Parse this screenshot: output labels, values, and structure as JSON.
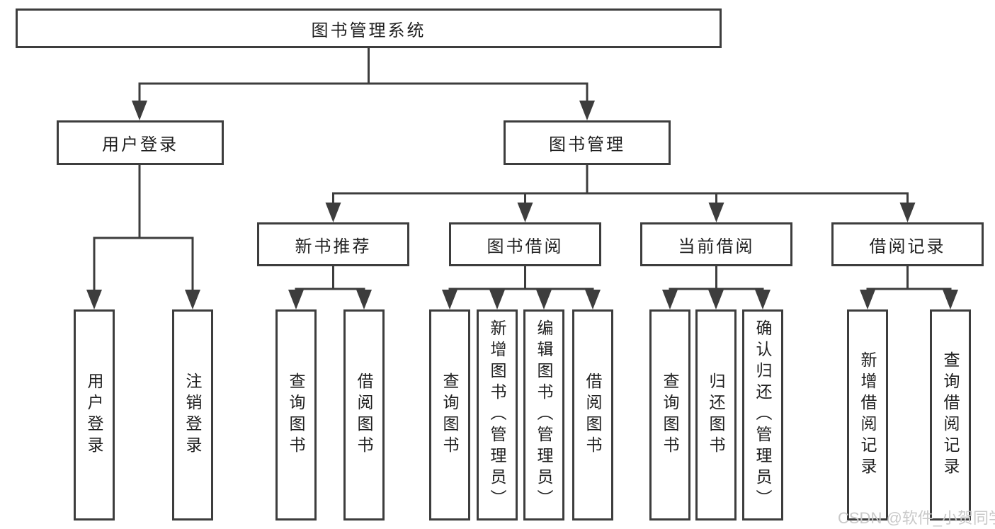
{
  "diagram": {
    "title": "图书管理系统",
    "user_login": {
      "label": "用户登录",
      "children": {
        "login": "用户登录",
        "logout": "注销登录"
      }
    },
    "book_management": {
      "label": "图书管理",
      "new_book_recommend": {
        "label": "新书推荐",
        "children": {
          "query": "查询图书",
          "borrow": "借阅图书"
        }
      },
      "book_borrowing": {
        "label": "图书借阅",
        "children": {
          "query": "查询图书",
          "add": "新增图书（管理员）",
          "edit": "编辑图书（管理员）",
          "borrow": "借阅图书"
        }
      },
      "current_borrowing": {
        "label": "当前借阅",
        "children": {
          "query": "查询图书",
          "return": "归还图书",
          "confirm": "确认归还（管理员）"
        }
      },
      "borrowing_records": {
        "label": "借阅记录",
        "children": {
          "add": "新增借阅记录",
          "query": "查询借阅记录"
        }
      }
    }
  },
  "watermark": {
    "text": "CSDN @软件_小贺同学"
  },
  "colors": {
    "line": "#3d3d3d",
    "text": "#1f1f1f",
    "watermark": "#c9c9c9",
    "bg": "#ffffff"
  }
}
